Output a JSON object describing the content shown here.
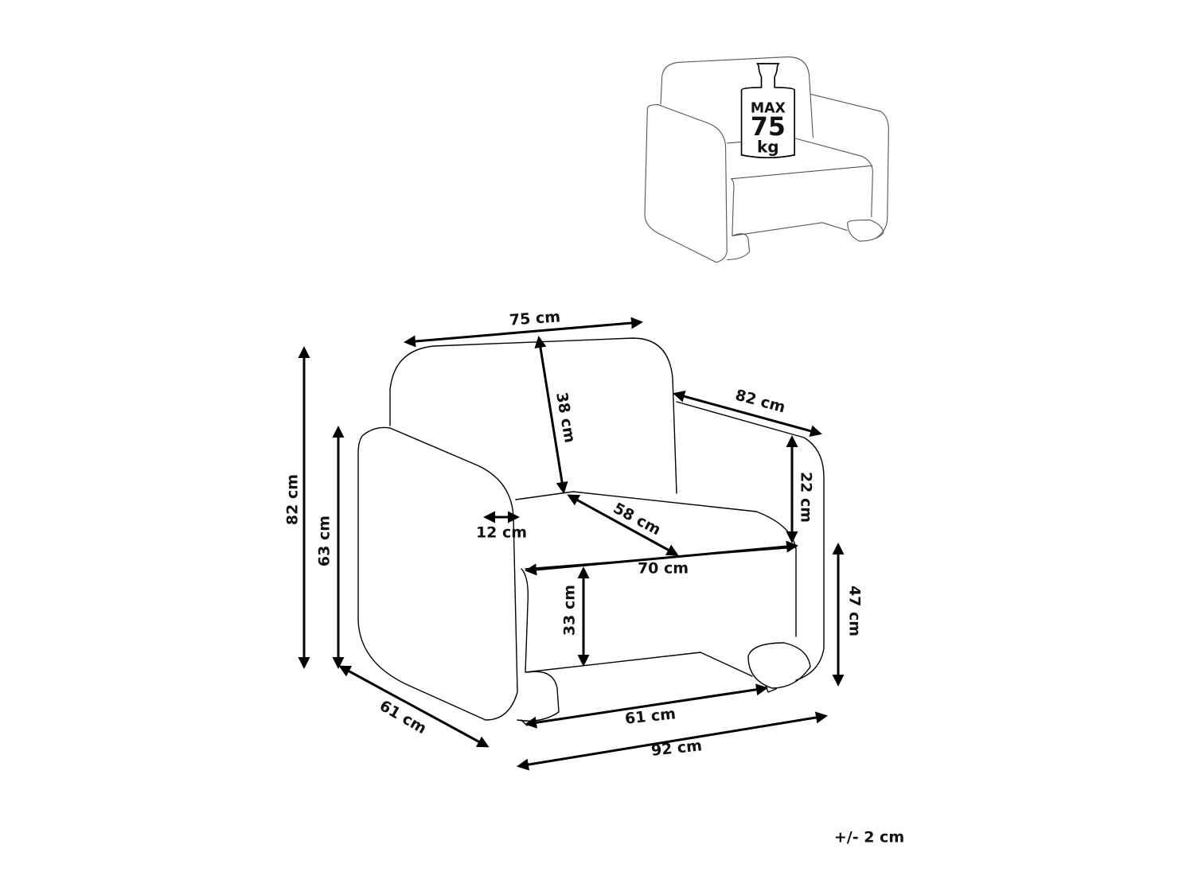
{
  "weight_badge": {
    "line1": "MAX",
    "line2": "75",
    "line3": "kg"
  },
  "dimensions": {
    "backrest_width": "75 cm",
    "backrest_height": "38 cm",
    "side_depth": "82 cm",
    "armrest_height": "22 cm",
    "seat_depth": "58 cm",
    "armrest_width": "12 cm",
    "seat_width": "70 cm",
    "seat_cushion_height": "33 cm",
    "seat_height": "47 cm",
    "total_height": "82 cm",
    "arm_height": "63 cm",
    "depth": "61 cm",
    "inner_width": "61 cm",
    "total_width": "92 cm"
  },
  "tolerance": "+/- 2 cm"
}
